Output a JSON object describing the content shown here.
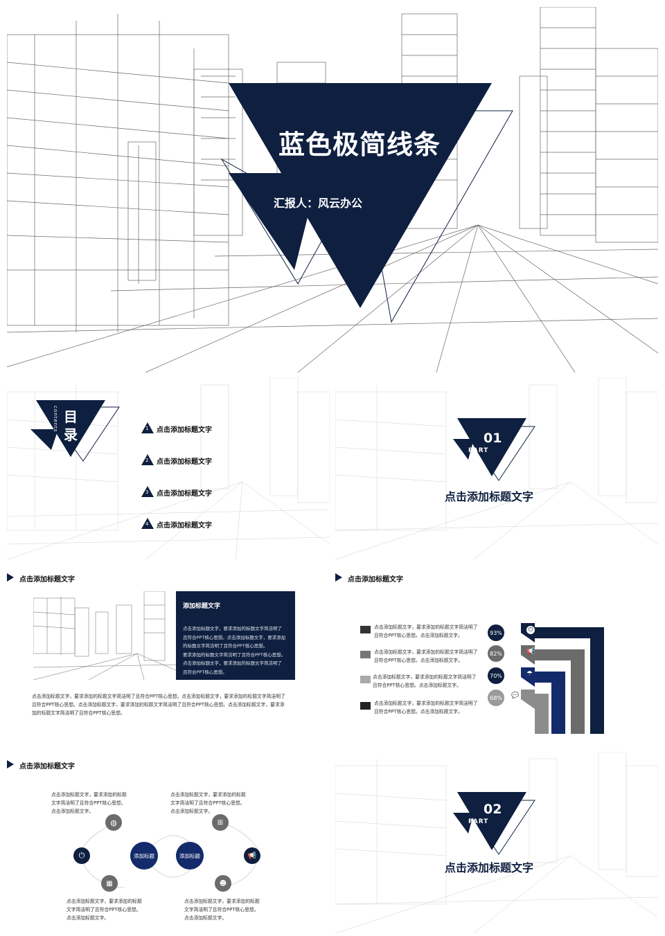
{
  "cover": {
    "title": "蓝色极简线条",
    "reporter": "汇报人：风云办公"
  },
  "toc": {
    "title_char1": "目",
    "title_char2": "录",
    "subtitle": "contents",
    "items": [
      {
        "num": "1",
        "label": "点击添加标题文字"
      },
      {
        "num": "2",
        "label": "点击添加标题文字"
      },
      {
        "num": "3",
        "label": "点击添加标题文字"
      },
      {
        "num": "4",
        "label": "点击添加标题文字"
      }
    ]
  },
  "part1": {
    "num": "01",
    "part": "PART",
    "title": "点击添加标题文字"
  },
  "part2": {
    "num": "02",
    "part": "PART",
    "title": "点击添加标题文字"
  },
  "slide3": {
    "header": "点击添加标题文字",
    "box_title": "添加标题文字",
    "box_lines": [
      "点击添加标题文字，要求添加的标题文字简洁明了",
      "且符合PPT核心思想。点击添加标题文字，要求添加",
      "的标题文字简洁明了且符合PPT核心思想。",
      "要求添加的标题文字简洁明了且符合PPT核心思想。",
      "点击添加标题文字，要求添加的标题文字简洁明了",
      "且符合PPT核心思想。"
    ],
    "body_lines": [
      "点击添加标题文字，要求添加的标题文字简洁明了且符合PPT核心思想。点击添加标题文字，要求添加的标题文字简洁明了",
      "且符合PPT核心思想。点击添加标题文字，要求添加的标题文字简洁明了且符合PPT核心思想。点击添加标题文字，要求添",
      "加的标题文字简洁明了且符合PPT核心思想。"
    ]
  },
  "slide4": {
    "header": "点击添加标题文字",
    "rows": [
      {
        "line1": "点击添加标题文字，要求添加的标题文字简洁明了",
        "line2": "且符合PPT核心思想。点击添加标题文字。",
        "percent": "93%",
        "icon": "power-icon",
        "color": "#0e1f3f"
      },
      {
        "line1": "点击添加标题文字，要求添加的标题文字简洁明了",
        "line2": "且符合PPT核心思想。点击添加标题文字。",
        "percent": "82%",
        "icon": "megaphone-icon",
        "color": "#6b6b6b"
      },
      {
        "line1": "点击添加标题文字，要求添加的标题文字简洁明了",
        "line2": "且符合PPT核心思想。点击添加标题文字。",
        "percent": "70%",
        "icon": "umbrella-icon",
        "color": "#132a6b"
      },
      {
        "line1": "点击添加标题文字，要求添加的标题文字简洁明了",
        "line2": "且符合PPT核心思想。点击添加标题文字。",
        "percent": "68%",
        "icon": "chat-icon",
        "color": "#8c8c8c"
      }
    ]
  },
  "slide5": {
    "header": "点击添加标题文字",
    "center1": "添加标题",
    "center2": "添加标题",
    "tl": [
      "点击添加标题文字，要求添加的标题",
      "文字简洁明了且符合PPT核心思想。",
      "点击添加标题文字。"
    ],
    "tr": [
      "点击添加标题文字，要求添加的标题",
      "文字简洁明了且符合PPT核心思想。",
      "点击添加标题文字。"
    ],
    "bl": [
      "点击添加标题文字，要求添加的标题",
      "文字简洁明了且符合PPT核心思想。",
      "点击添加标题文字。"
    ],
    "br": [
      "点击添加标题文字，要求添加的标题",
      "文字简洁明了且符合PPT核心思想。",
      "点击添加标题文字。"
    ]
  }
}
